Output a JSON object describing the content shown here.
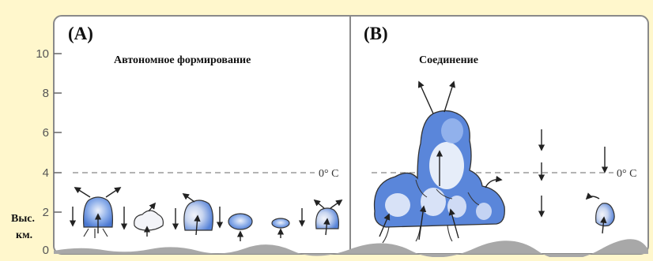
{
  "panels": [
    {
      "label": "(A)",
      "title": "Автономное формирование"
    },
    {
      "label": "(B)",
      "title": "Соединение"
    }
  ],
  "axis": {
    "ticks": [
      "10",
      "8",
      "6",
      "4",
      "2",
      "0"
    ],
    "unit_line1": "Выс.",
    "unit_line2": "км."
  },
  "freezing_label": "0° C",
  "colors": {
    "background": "#fff7cc",
    "frame": "#8a8a8a",
    "cloud_blue": "#4f7fd8",
    "cloud_light": "#e9eef8",
    "ground": "#a8a8a8",
    "dashed_line": "#9a9a9a"
  }
}
